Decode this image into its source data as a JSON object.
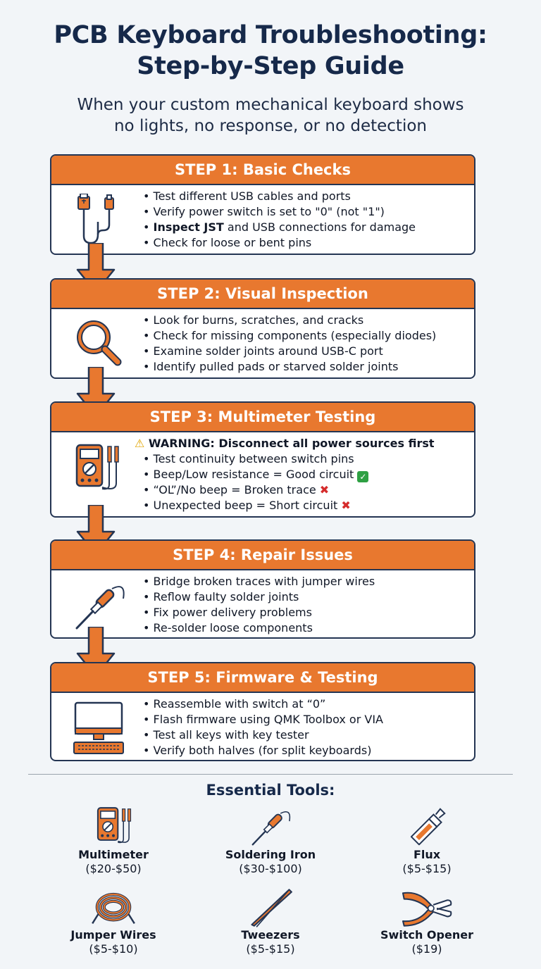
{
  "title_line1": "PCB Keyboard Troubleshooting:",
  "title_line2": "Step-by-Step Guide",
  "subtitle_line1": "When your custom mechanical keyboard shows",
  "subtitle_line2": "no lights, no response, or no detection",
  "steps": [
    {
      "title": "STEP 1: Basic Checks",
      "icon": "usb-cable-icon",
      "items": [
        "• Test different USB cables and ports",
        "• Verify power switch is set to \"0\" (not \"1\")",
        "• Check for loose or bent pins"
      ],
      "bold_item_strong": "Inspect JST",
      "bold_item_rest": " and USB connections for damage"
    },
    {
      "title": "STEP 2: Visual Inspection",
      "icon": "magnifier-icon",
      "items": [
        "• Look for burns, scratches, and cracks",
        "• Check for missing components (especially diodes)",
        "• Examine solder joints around USB-C port",
        "• Identify pulled pads or starved solder joints"
      ]
    },
    {
      "title": "STEP 3: Multimeter Testing",
      "icon": "multimeter-icon",
      "warning": "WARNING: Disconnect all power sources first",
      "items": [
        "• Test continuity between switch pins",
        "• Beep/Low resistance = Good circuit",
        "• “OL”/No beep = Broken trace",
        "• Unexpected beep = Short circuit"
      ]
    },
    {
      "title": "STEP 4: Repair Issues",
      "icon": "soldering-iron-icon",
      "items": [
        "• Bridge broken traces with jumper wires",
        "• Reflow faulty solder joints",
        "• Fix power delivery problems",
        "• Re-solder loose components"
      ]
    },
    {
      "title": "STEP 5: Firmware & Testing",
      "icon": "computer-icon",
      "items": [
        "• Reassemble with switch at “0”",
        "• Flash firmware using QMK Toolbox or VIA",
        "• Test all keys with key tester",
        "• Verify both halves (for split keyboards)"
      ]
    }
  ],
  "tools_title": "Essential Tools:",
  "tools": [
    {
      "name": "Multimeter",
      "price": "($20-$50)",
      "icon": "multimeter-icon"
    },
    {
      "name": "Soldering Iron",
      "price": "($30-$100)",
      "icon": "soldering-iron-icon"
    },
    {
      "name": "Flux",
      "price": "($5-$15)",
      "icon": "flux-tube-icon"
    },
    {
      "name": "Jumper Wires",
      "price": "($5-$10)",
      "icon": "wire-coil-icon"
    },
    {
      "name": "Tweezers",
      "price": "($5-$15)",
      "icon": "tweezers-icon"
    },
    {
      "name": "Switch Opener",
      "price": "($19)",
      "icon": "switch-opener-icon"
    }
  ],
  "colors": {
    "accent": "#e8782f",
    "outline": "#243553",
    "title": "#16294a",
    "background": "#f2f5f8"
  }
}
